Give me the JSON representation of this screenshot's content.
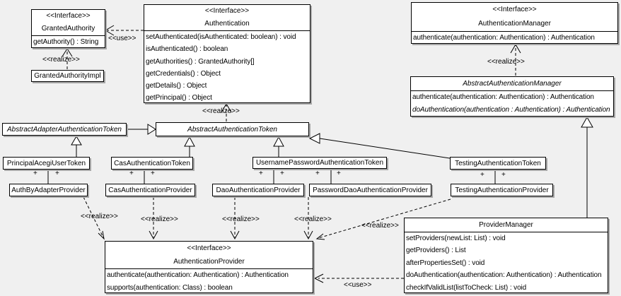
{
  "labels": {
    "use": "<<use>>",
    "realize": "<<realize>>",
    "plus": "+"
  },
  "colors": {
    "background": "#f0f0f0",
    "box_background": "#ffffff",
    "line": "#000000",
    "shadow": "#a8a8a8"
  },
  "classes": {
    "granted_authority": {
      "stereotype": "<<Interface>>",
      "name": "GrantedAuthority",
      "methods": [
        "getAuthority() : String"
      ]
    },
    "granted_authority_impl": {
      "name": "GrantedAuthorityImpl"
    },
    "authentication": {
      "stereotype": "<<Interface>>",
      "name": "Authentication",
      "methods": [
        "setAuthenticated(isAuthenticated: boolean) : void",
        "isAuthenticated() : boolean",
        "getAuthorities() : GrantedAuthority[]",
        "getCredentials() : Object",
        "getDetails() : Object",
        "getPrincipal() : Object"
      ]
    },
    "authentication_manager": {
      "stereotype": "<<Interface>>",
      "name": "AuthenticationManager",
      "methods": [
        "authenticate(authentication: Authentication) : Authentication"
      ]
    },
    "abstract_authentication_manager": {
      "name": "AbstractAuthenticationManager",
      "methods": [
        "authenticate(authentication: Authentication) : Authentication",
        "doAuthentication(authentication : Authentication) : Authentication"
      ]
    },
    "abstract_adapter_authentication_token": {
      "name": "AbstractAdapterAuthenticationToken"
    },
    "abstract_authentication_token": {
      "name": "AbstractAuthenticationToken"
    },
    "principal_acegi_user_token": {
      "name": "PrincipalAcegiUserToken"
    },
    "cas_authentication_token": {
      "name": "CasAuthenticationToken"
    },
    "username_password_authentication_token": {
      "name": "UsernamePasswordAuthenticationToken"
    },
    "testing_authentication_token": {
      "name": "TestingAuthenticationToken"
    },
    "auth_by_adapter_provider": {
      "name": "AuthByAdapterProvider"
    },
    "cas_authentication_provider": {
      "name": "CasAuthenticationProvider"
    },
    "dao_authentication_provider": {
      "name": "DaoAuthenticationProvider"
    },
    "password_dao_authentication_provider": {
      "name": "PasswordDaoAuthenticationProvider"
    },
    "testing_authentication_provider": {
      "name": "TestingAuthenticationProvider"
    },
    "authentication_provider": {
      "stereotype": "<<Interface>>",
      "name": "AuthenticationProvider",
      "methods": [
        "authenticate(authentication: Authentication) : Authentication",
        "supports(authentication: Class) : boolean"
      ]
    },
    "provider_manager": {
      "name": "ProviderManager",
      "methods": [
        "setProviders(newList: List) : void",
        "getProviders() : List",
        "afterPropertiesSet() : void",
        "doAuthentication(authentication: Authentication) : Authentication",
        "checkIfValidList(listToCheck: List) : void"
      ]
    }
  }
}
